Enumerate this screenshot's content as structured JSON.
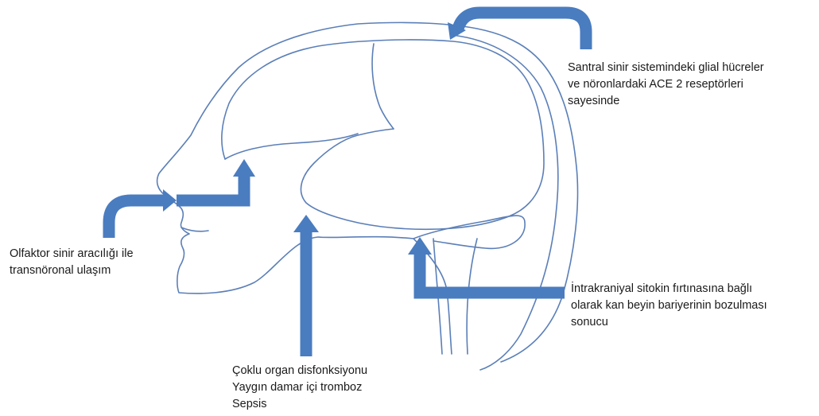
{
  "labels": {
    "olfactory": [
      "Olfaktor sinir aracılığı ile",
      "transnöronal ulaşım"
    ],
    "multi_organ": [
      "Çoklu organ disfonksiyonu",
      "Yaygın damar içi tromboz",
      "Sepsis"
    ],
    "bbb": [
      "İntrakraniyal sitokin fırtınasına bağlı",
      "olarak kan beyin bariyerinin bozulması",
      "sonucu"
    ],
    "ace2": [
      "Santral sinir sistemindeki glial hücreler",
      "ve nöronlardaki ACE 2 reseptörleri",
      "sayesinde"
    ]
  },
  "colors": {
    "arrow": "#4a7cc0",
    "outline": "#5b7fb8",
    "text": "#1a1a1a"
  }
}
